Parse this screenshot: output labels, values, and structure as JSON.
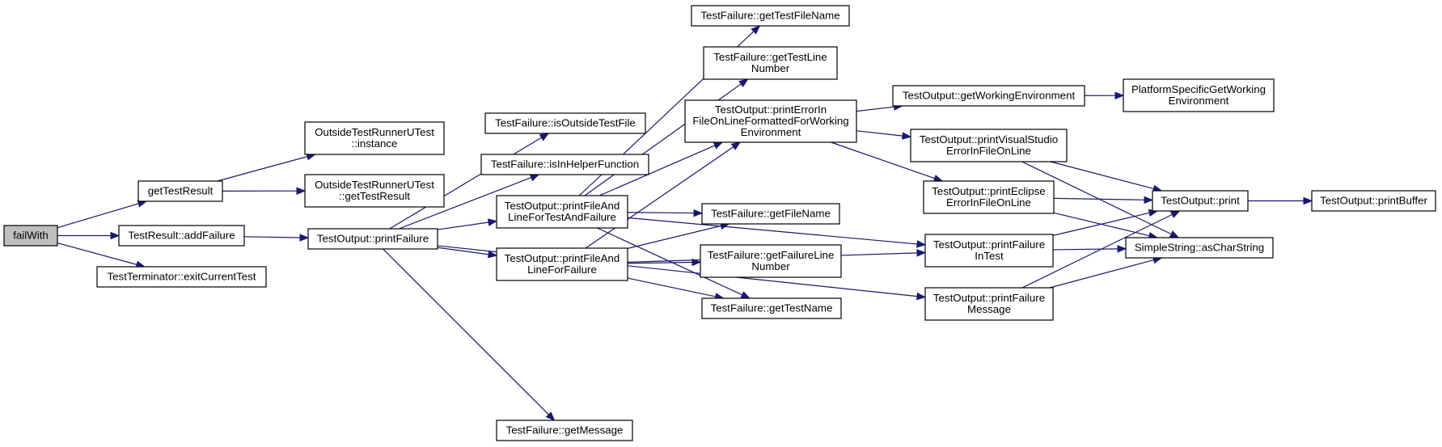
{
  "graph": {
    "edge_color": "#191970",
    "root_fill": "#bfbfbf",
    "node_fill": "#ffffff",
    "nodes": [
      {
        "id": "failWith",
        "lines": [
          "failWith"
        ],
        "root": true
      },
      {
        "id": "getTestResult",
        "lines": [
          "getTestResult"
        ]
      },
      {
        "id": "addFailure",
        "lines": [
          "TestResult::addFailure"
        ]
      },
      {
        "id": "exitCurrentTest",
        "lines": [
          "TestTerminator::exitCurrentTest"
        ]
      },
      {
        "id": "instance",
        "lines": [
          "OutsideTestRunnerUTest",
          "::instance"
        ]
      },
      {
        "id": "getTestResult2",
        "lines": [
          "OutsideTestRunnerUTest",
          "::getTestResult"
        ]
      },
      {
        "id": "printFailure",
        "lines": [
          "TestOutput::printFailure"
        ]
      },
      {
        "id": "isOutsideTestFile",
        "lines": [
          "TestFailure::isOutsideTestFile"
        ]
      },
      {
        "id": "isInHelperFunction",
        "lines": [
          "TestFailure::isInHelperFunction"
        ]
      },
      {
        "id": "printFileAndLineForTestAndFailure",
        "lines": [
          "TestOutput::printFileAnd",
          "LineForTestAndFailure"
        ]
      },
      {
        "id": "printFileAndLineForFailure",
        "lines": [
          "TestOutput::printFileAnd",
          "LineForFailure"
        ]
      },
      {
        "id": "getMessage",
        "lines": [
          "TestFailure::getMessage"
        ]
      },
      {
        "id": "getTestFileName",
        "lines": [
          "TestFailure::getTestFileName"
        ]
      },
      {
        "id": "getTestLineNumber",
        "lines": [
          "TestFailure::getTestLine",
          "Number"
        ]
      },
      {
        "id": "printErrorInFileOnLineFormattedForWorkingEnvironment",
        "lines": [
          "TestOutput::printErrorIn",
          "FileOnLineFormattedForWorking",
          "Environment"
        ]
      },
      {
        "id": "getFileName",
        "lines": [
          "TestFailure::getFileName"
        ]
      },
      {
        "id": "getFailureLineNumber",
        "lines": [
          "TestFailure::getFailureLine",
          "Number"
        ]
      },
      {
        "id": "getTestName",
        "lines": [
          "TestFailure::getTestName"
        ]
      },
      {
        "id": "getWorkingEnvironment",
        "lines": [
          "TestOutput::getWorkingEnvironment"
        ]
      },
      {
        "id": "printVisualStudioErrorInFileOnLine",
        "lines": [
          "TestOutput::printVisualStudio",
          "ErrorInFileOnLine"
        ]
      },
      {
        "id": "printEclipseErrorInFileOnLine",
        "lines": [
          "TestOutput::printEclipse",
          "ErrorInFileOnLine"
        ]
      },
      {
        "id": "printFailureInTest",
        "lines": [
          "TestOutput::printFailure",
          "InTest"
        ]
      },
      {
        "id": "printFailureMessage",
        "lines": [
          "TestOutput::printFailure",
          "Message"
        ]
      },
      {
        "id": "PlatformSpecificGetWorkingEnvironment",
        "lines": [
          "PlatformSpecificGetWorking",
          "Environment"
        ]
      },
      {
        "id": "print",
        "lines": [
          "TestOutput::print"
        ]
      },
      {
        "id": "asCharString",
        "lines": [
          "SimpleString::asCharString"
        ]
      },
      {
        "id": "printBuffer",
        "lines": [
          "TestOutput::printBuffer"
        ]
      }
    ],
    "edges": [
      {
        "from": "failWith",
        "to": "getTestResult"
      },
      {
        "from": "failWith",
        "to": "addFailure"
      },
      {
        "from": "failWith",
        "to": "exitCurrentTest"
      },
      {
        "from": "getTestResult",
        "to": "instance"
      },
      {
        "from": "getTestResult",
        "to": "getTestResult2"
      },
      {
        "from": "addFailure",
        "to": "printFailure"
      },
      {
        "from": "printFailure",
        "to": "isOutsideTestFile"
      },
      {
        "from": "printFailure",
        "to": "isInHelperFunction"
      },
      {
        "from": "printFailure",
        "to": "printFileAndLineForTestAndFailure"
      },
      {
        "from": "printFailure",
        "to": "printFileAndLineForFailure"
      },
      {
        "from": "printFailure",
        "to": "getMessage"
      },
      {
        "from": "printFailure",
        "to": "printFailureMessage"
      },
      {
        "from": "printFileAndLineForTestAndFailure",
        "to": "getTestFileName"
      },
      {
        "from": "printFileAndLineForTestAndFailure",
        "to": "getTestLineNumber"
      },
      {
        "from": "printFileAndLineForTestAndFailure",
        "to": "printErrorInFileOnLineFormattedForWorkingEnvironment"
      },
      {
        "from": "printFileAndLineForTestAndFailure",
        "to": "getFileName"
      },
      {
        "from": "printFileAndLineForTestAndFailure",
        "to": "getTestName"
      },
      {
        "from": "printFileAndLineForTestAndFailure",
        "to": "printFailureInTest"
      },
      {
        "from": "printFileAndLineForFailure",
        "to": "printErrorInFileOnLineFormattedForWorkingEnvironment"
      },
      {
        "from": "printFileAndLineForFailure",
        "to": "getFileName"
      },
      {
        "from": "printFileAndLineForFailure",
        "to": "getFailureLineNumber"
      },
      {
        "from": "printFileAndLineForFailure",
        "to": "getTestName"
      },
      {
        "from": "printFileAndLineForFailure",
        "to": "printFailureInTest"
      },
      {
        "from": "printErrorInFileOnLineFormattedForWorkingEnvironment",
        "to": "getWorkingEnvironment"
      },
      {
        "from": "printErrorInFileOnLineFormattedForWorkingEnvironment",
        "to": "printVisualStudioErrorInFileOnLine"
      },
      {
        "from": "printErrorInFileOnLineFormattedForWorkingEnvironment",
        "to": "printEclipseErrorInFileOnLine"
      },
      {
        "from": "getWorkingEnvironment",
        "to": "PlatformSpecificGetWorkingEnvironment"
      },
      {
        "from": "printVisualStudioErrorInFileOnLine",
        "to": "print"
      },
      {
        "from": "printVisualStudioErrorInFileOnLine",
        "to": "asCharString"
      },
      {
        "from": "printEclipseErrorInFileOnLine",
        "to": "print"
      },
      {
        "from": "printEclipseErrorInFileOnLine",
        "to": "asCharString"
      },
      {
        "from": "printFailureInTest",
        "to": "print"
      },
      {
        "from": "printFailureInTest",
        "to": "asCharString"
      },
      {
        "from": "printFailureMessage",
        "to": "print"
      },
      {
        "from": "printFailureMessage",
        "to": "asCharString"
      },
      {
        "from": "print",
        "to": "printBuffer"
      }
    ]
  }
}
